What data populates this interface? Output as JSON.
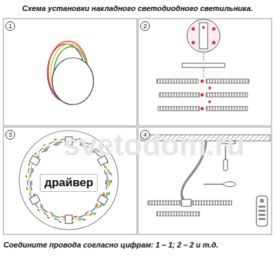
{
  "diagram": {
    "title": "Схема установки накладного светодиодного светильника.",
    "caption": "Соедините провода согласно цифрам: 1 – 1; 2 – 2 и т.д.",
    "nodes": [
      {
        "text": [
          "1"
        ]
      },
      {
        "text": [
          "2"
        ]
      },
      {
        "text": [
          "3"
        ]
      },
      {
        "text": [
          "4"
        ]
      },
      {
        "text": [
          "драйвер"
        ]
      }
    ],
    "edges": [],
    "labels": [
      "svetodom.ru"
    ]
  }
}
